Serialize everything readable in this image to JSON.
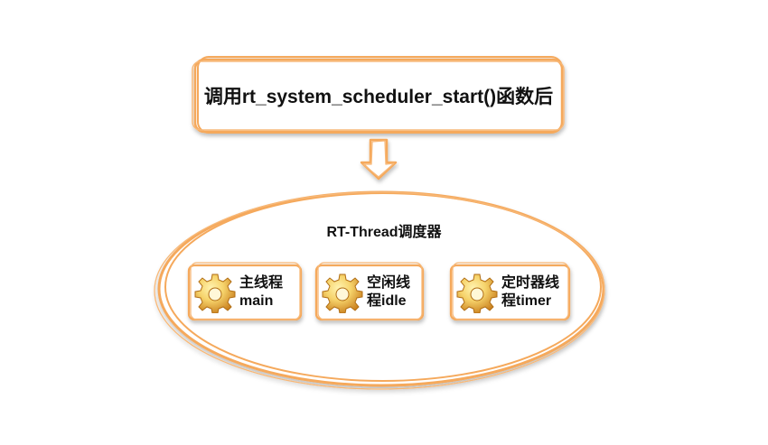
{
  "top_box": {
    "label": "调用rt_system_scheduler_start()函数后"
  },
  "scheduler": {
    "title": "RT-Thread调度器",
    "threads": [
      {
        "line1": "主线程",
        "line2": "main",
        "icon": "gear-icon"
      },
      {
        "line1": "空闲线",
        "line2": "程idle",
        "icon": "gear-icon"
      },
      {
        "line1": "定时器线",
        "line2": "程timer",
        "icon": "gear-icon"
      }
    ]
  },
  "colors": {
    "stroke": "#f5a95c",
    "stroke_dark": "#e9904a",
    "fill": "#ffffff",
    "gear_light": "#f6d36b",
    "gear_dark": "#d38b22"
  }
}
